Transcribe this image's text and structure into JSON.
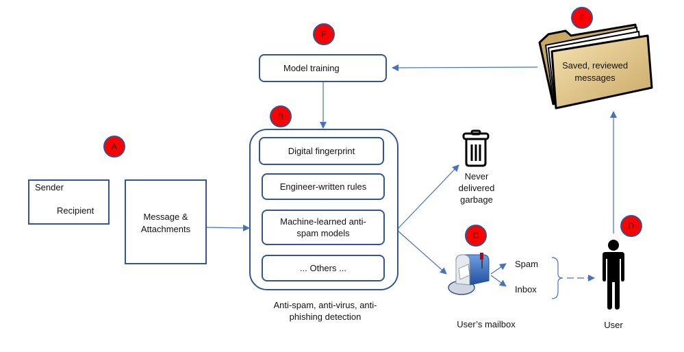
{
  "colors": {
    "box_border": "#2f5597",
    "arrow": "#4472c4",
    "badge_fill": "#ff0000",
    "folder_fill": "#e8cc8e"
  },
  "badges": {
    "A": "A",
    "B": "B",
    "C": "C",
    "D": "D",
    "E": "E",
    "F": "F"
  },
  "envelope": {
    "sender": "Sender",
    "recipient": "Recipient"
  },
  "message": {
    "label": "Message & Attachments"
  },
  "model_training": {
    "label": "Model training"
  },
  "detection": {
    "items": [
      "Digital fingerprint",
      "Engineer-written rules",
      "Machine-learned anti-spam models",
      "... Others ..."
    ],
    "caption": "Anti-spam, anti-virus, anti-phishing detection"
  },
  "garbage": {
    "icon": "trash-can-icon",
    "label": "Never delivered garbage"
  },
  "mailbox": {
    "icon": "mailbox-icon",
    "label": "User’s mailbox",
    "spam": "Spam",
    "inbox": "Inbox"
  },
  "user": {
    "icon": "person-icon",
    "label": "User"
  },
  "folder": {
    "icon": "folder-icon",
    "label": "Saved, reviewed messages"
  }
}
